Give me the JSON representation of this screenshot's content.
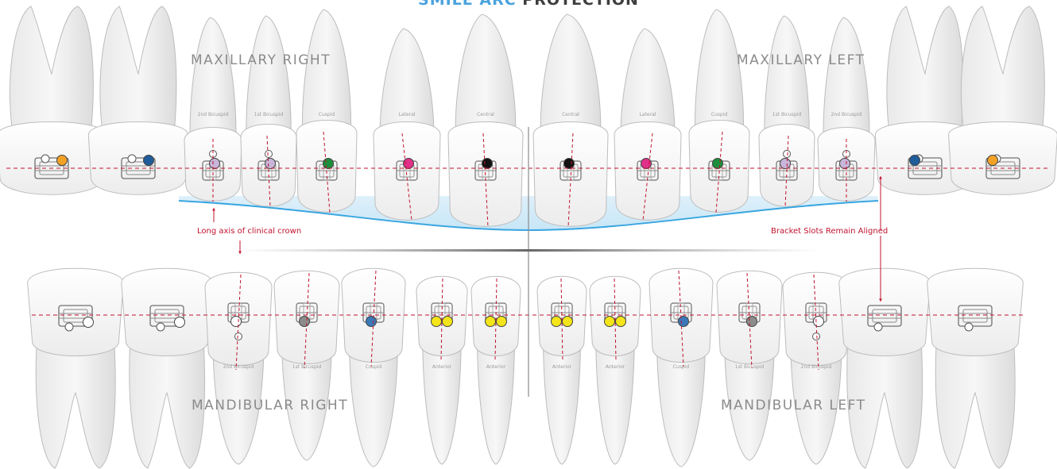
{
  "title": {
    "part1": "SMILE ARC",
    "part2": "PROTECTION"
  },
  "quadrants": {
    "maxillary_right": "MAXILLARY RIGHT",
    "maxillary_left": "MAXILLARY LEFT",
    "mandibular_right": "MANDIBULAR RIGHT",
    "mandibular_left": "MANDIBULAR LEFT"
  },
  "annotations": {
    "long_axis": "Long axis of clinical crown",
    "slots_aligned": "Bracket Slots Remain Aligned"
  },
  "colors": {
    "accent_red": "#c0132e",
    "smile_arc": "#3aa6e0",
    "tooth": "#f2f2f2",
    "tooth_outline": "#bdbdbd"
  },
  "upper_teeth": [
    {
      "label": "",
      "dot": "#f4a226",
      "type": "molar"
    },
    {
      "label": "",
      "dot": "#1f5c9a",
      "type": "molar"
    },
    {
      "label": "2nd Bicuspid",
      "dot": "#c8b6da",
      "type": "bracket"
    },
    {
      "label": "1st Bicuspid",
      "dot": "#c8b6da",
      "type": "bracket"
    },
    {
      "label": "Cuspid",
      "dot": "#1c8f3c",
      "type": "bracket"
    },
    {
      "label": "Lateral",
      "dot": "#e0308a",
      "type": "bracket"
    },
    {
      "label": "Central",
      "dot": "#111111",
      "type": "bracket"
    },
    {
      "label": "Central",
      "dot": "#111111",
      "type": "bracket"
    },
    {
      "label": "Lateral",
      "dot": "#e0308a",
      "type": "bracket"
    },
    {
      "label": "Cuspid",
      "dot": "#1c8f3c",
      "type": "bracket"
    },
    {
      "label": "1st Bicuspid",
      "dot": "#c8b6da",
      "type": "bracket"
    },
    {
      "label": "2nd Bicuspid",
      "dot": "#c8b6da",
      "type": "bracket"
    },
    {
      "label": "",
      "dot": "#1f5c9a",
      "type": "molar"
    },
    {
      "label": "",
      "dot": "#f4a226",
      "type": "molar"
    }
  ],
  "lower_teeth": [
    {
      "label": "",
      "dots": [
        "#ffffff"
      ],
      "type": "molar"
    },
    {
      "label": "",
      "dots": [
        "#ffffff"
      ],
      "type": "molar"
    },
    {
      "label": "2nd Bicuspid",
      "dots": [
        "#ffffff"
      ],
      "type": "bracket"
    },
    {
      "label": "1st Bicuspid",
      "dots": [
        "#8c8c8c"
      ],
      "type": "bracket"
    },
    {
      "label": "Cuspid",
      "dots": [
        "#3b78b8"
      ],
      "type": "bracket"
    },
    {
      "label": "Anterior",
      "dots": [
        "#f3e51a",
        "#f3e51a"
      ],
      "type": "bracket"
    },
    {
      "label": "Anterior",
      "dots": [
        "#f3e51a",
        "#f3e51a"
      ],
      "type": "bracket"
    },
    {
      "label": "Anterior",
      "dots": [
        "#f3e51a",
        "#f3e51a"
      ],
      "type": "bracket"
    },
    {
      "label": "Anterior",
      "dots": [
        "#f3e51a",
        "#f3e51a"
      ],
      "type": "bracket"
    },
    {
      "label": "Cuspid",
      "dots": [
        "#3b78b8"
      ],
      "type": "bracket"
    },
    {
      "label": "1st Bicuspid",
      "dots": [
        "#8c8c8c"
      ],
      "type": "bracket"
    },
    {
      "label": "2nd Bicuspid",
      "dots": [
        "#ffffff"
      ],
      "type": "bracket"
    },
    {
      "label": "",
      "dots": [],
      "type": "molar"
    },
    {
      "label": "",
      "dots": [],
      "type": "molar"
    }
  ]
}
